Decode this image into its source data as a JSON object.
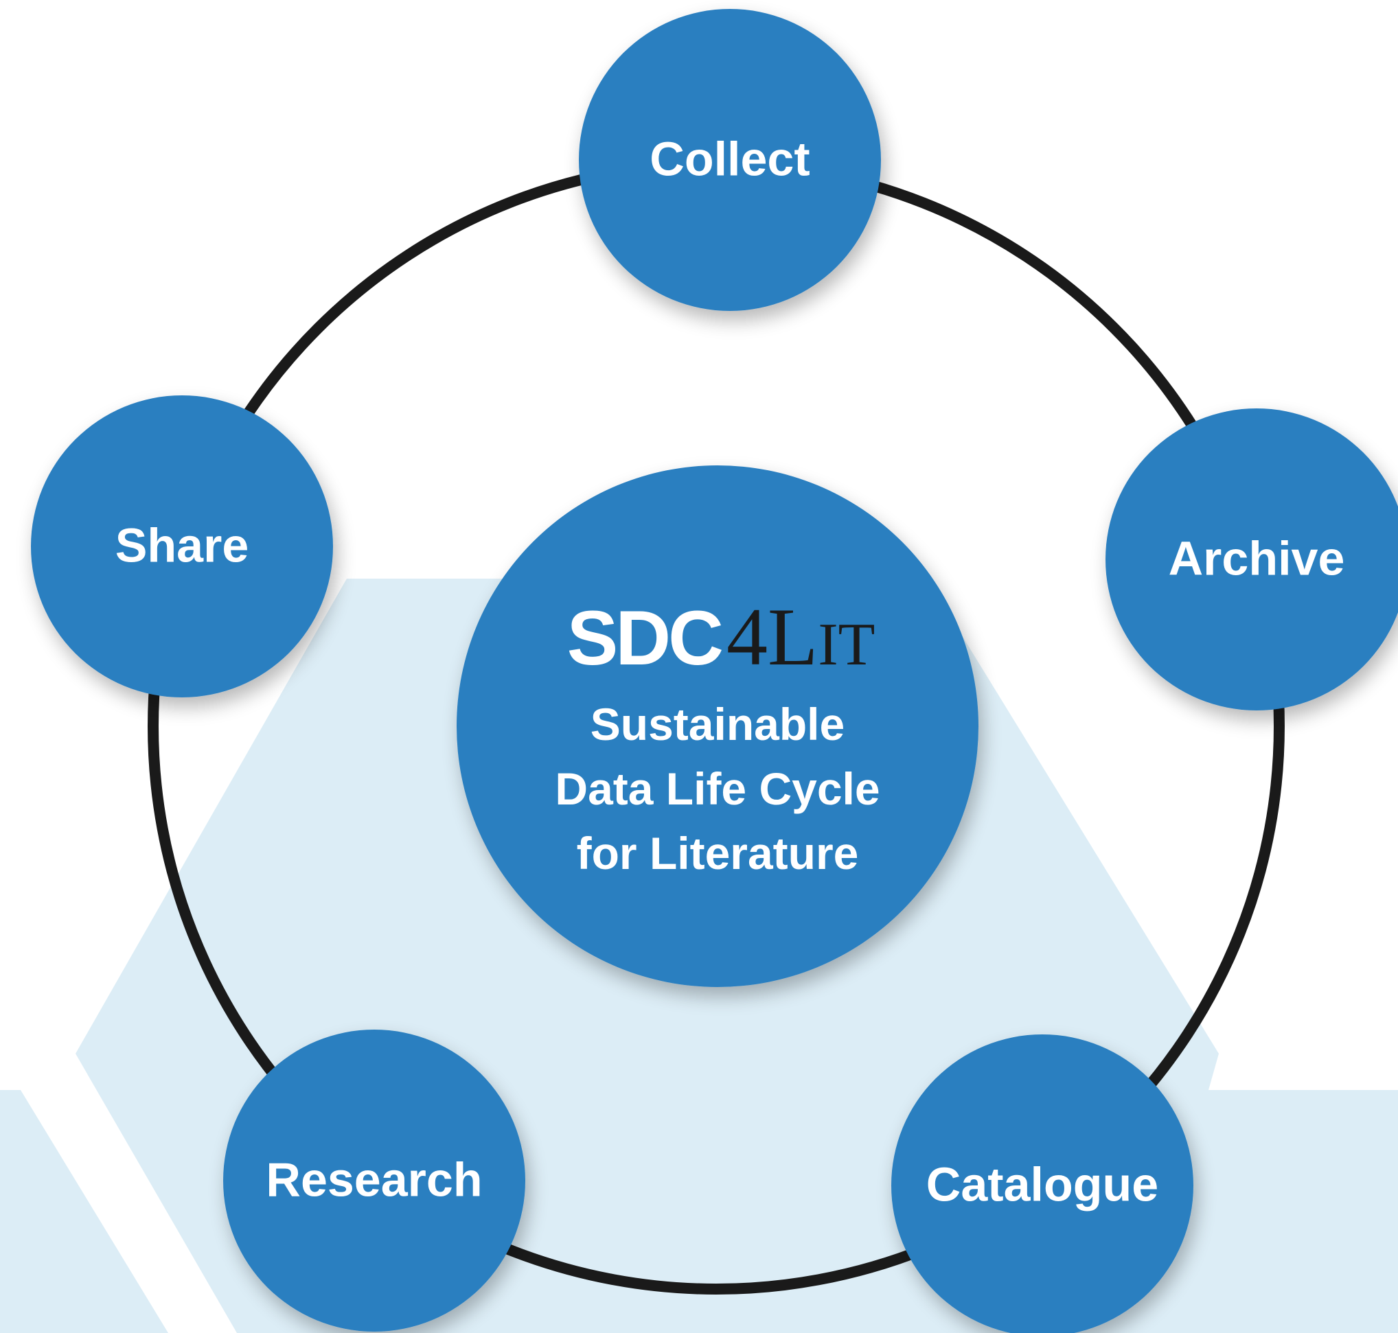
{
  "colors": {
    "node_fill": "#2b7fc0",
    "node_text": "#ffffff",
    "ring_stroke": "#1a1a1a",
    "background_shape": "#dcedf6",
    "logo_dark": "#1a1a1a"
  },
  "center": {
    "logo_bold": "SDC",
    "logo_num": "4",
    "logo_L": "L",
    "logo_it": "IT",
    "subtitle_lines": [
      "Sustainable",
      "Data Life Cycle",
      "for Literature"
    ]
  },
  "nodes": [
    {
      "key": "collect",
      "label": "Collect"
    },
    {
      "key": "archive",
      "label": "Archive"
    },
    {
      "key": "catalogue",
      "label": "Catalogue"
    },
    {
      "key": "research",
      "label": "Research"
    },
    {
      "key": "share",
      "label": "Share"
    }
  ]
}
